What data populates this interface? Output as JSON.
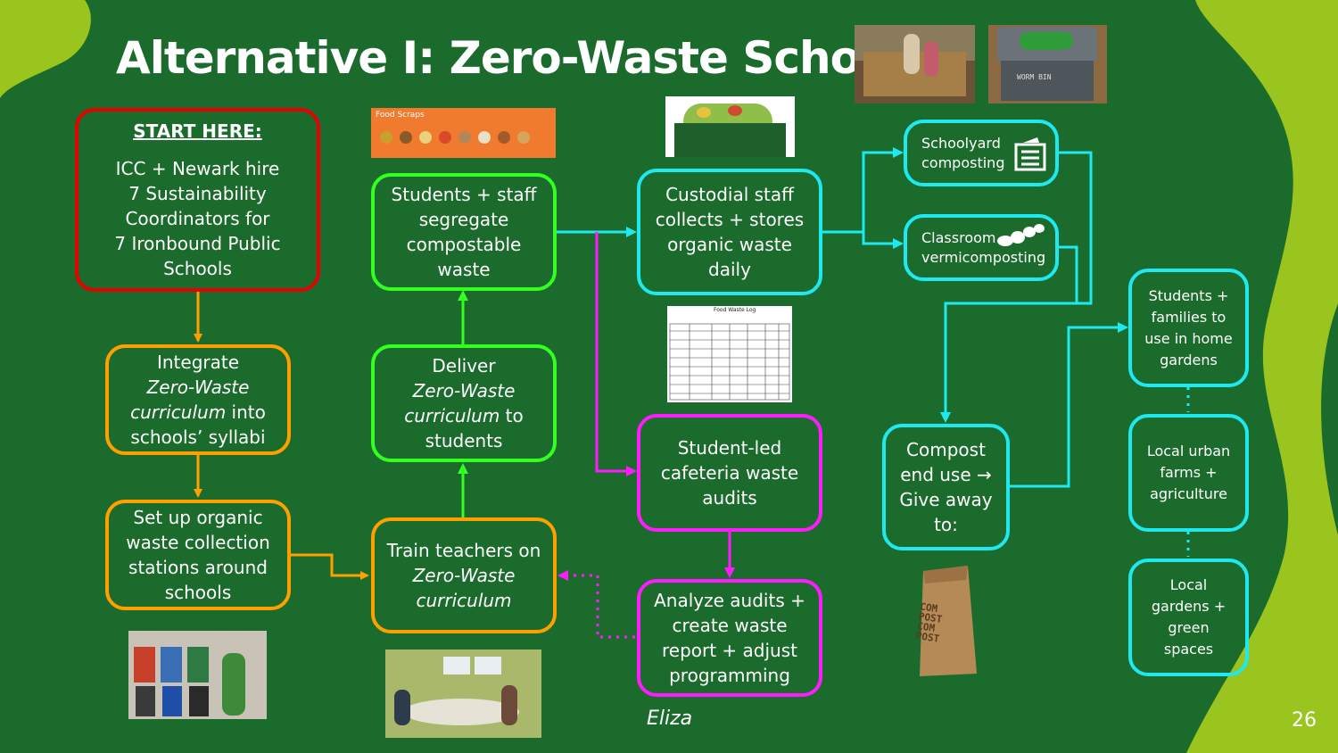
{
  "title": "Alternative I: Zero-Waste Schools",
  "colors": {
    "background": "#1b6b2c",
    "accent_lime": "#9ac41e",
    "red": "#e60000",
    "orange": "#ffa000",
    "green": "#33ff22",
    "cyan": "#1ee8f0",
    "magenta": "#ff1aff"
  },
  "boxes": {
    "start": {
      "label": "START HERE:",
      "lines": [
        "ICC + Newark hire",
        "7 Sustainability",
        "Coordinators for",
        "7 Ironbound Public",
        "Schools"
      ]
    },
    "integrate": {
      "l1": "Integrate",
      "l2": "Zero-Waste",
      "l3a": "curriculum",
      "l3b": " into",
      "l4": "schools’ syllabi"
    },
    "setup": {
      "lines": [
        "Set up organic",
        "waste collection",
        "stations around",
        "schools"
      ]
    },
    "train": {
      "l1": "Train teachers on",
      "l2": "Zero-Waste",
      "l3": "curriculum"
    },
    "deliver": {
      "l1": "Deliver",
      "l2": "Zero-Waste",
      "l3a": "curriculum",
      "l3b": " to",
      "l4": "students"
    },
    "segregate": {
      "lines": [
        "Students + staff",
        "segregate",
        "compostable",
        "waste"
      ]
    },
    "custodial": {
      "lines": [
        "Custodial staff",
        "collects + stores",
        "organic waste",
        "daily"
      ]
    },
    "audits": {
      "lines": [
        "Student-led",
        "cafeteria waste",
        "audits"
      ]
    },
    "analyze": {
      "lines": [
        "Analyze audits +",
        "create waste",
        "report + adjust",
        "programming"
      ]
    },
    "schoolyard": {
      "lines": [
        "Schoolyard",
        "composting"
      ],
      "icon": "compost-bin-icon"
    },
    "vermi": {
      "lines": [
        "Classroom",
        "vermicomposting"
      ],
      "icon": "worm-icon"
    },
    "enduse": {
      "lines": [
        "Compost",
        "end use →",
        "Give away",
        "to:"
      ]
    },
    "families": {
      "lines": [
        "Students +",
        "families to",
        "use in home",
        "gardens"
      ]
    },
    "farms": {
      "lines": [
        "Local urban",
        "farms +",
        "agriculture"
      ]
    },
    "gardens": {
      "lines": [
        "Local",
        "gardens +",
        "green",
        "spaces"
      ]
    }
  },
  "images": {
    "food_scraps_label": "Food Scraps",
    "food_log_title": "Food Waste Log",
    "worm_bin_label": "WORM BIN",
    "compost_bag_text": [
      "COM",
      "POST",
      "COM",
      "POST"
    ]
  },
  "author": "Eliza",
  "page_number": "26"
}
